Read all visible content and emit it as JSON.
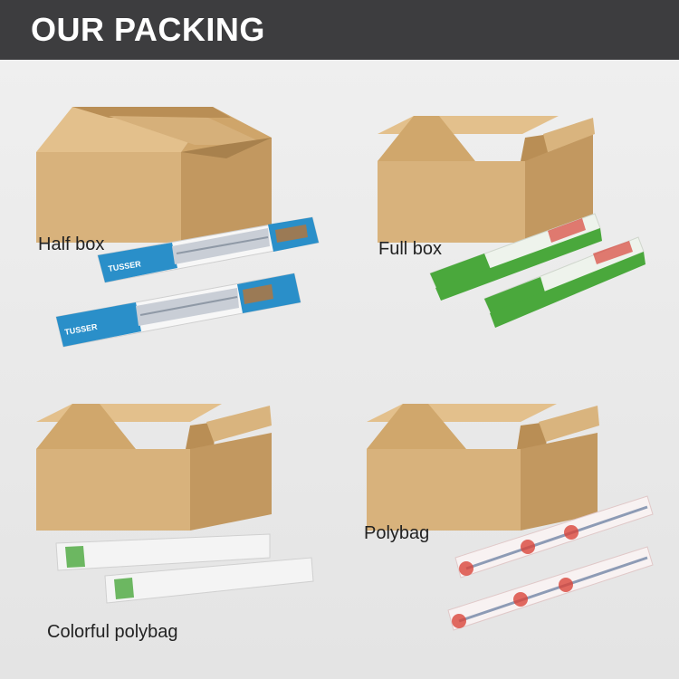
{
  "header": {
    "title": "OUR PACKING"
  },
  "items": [
    {
      "label": "Half box",
      "box_brand": "TUSSER"
    },
    {
      "label": "Full box"
    },
    {
      "label": "Colorful polybag"
    },
    {
      "label": "Polybag"
    }
  ],
  "colors": {
    "header_bg": "#3d3d3f",
    "cardboard_front": "#d8b27c",
    "cardboard_side": "#c79d62",
    "cardboard_flap": "#e2bf8b",
    "half_box_blue": "#2a8fc9",
    "full_box_green": "#4aa83c",
    "polybag_red": "#d9453a"
  }
}
